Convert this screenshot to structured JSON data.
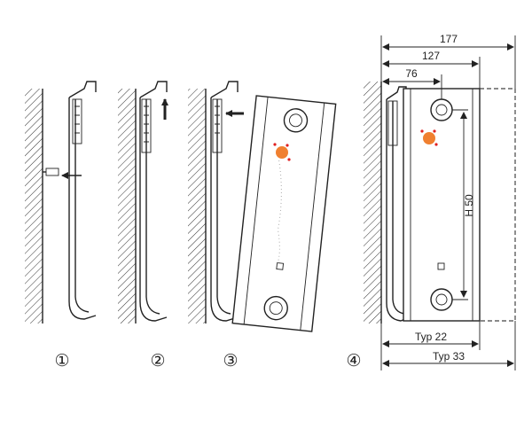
{
  "steps": [
    "①",
    "②",
    "③",
    "④"
  ],
  "dimensions": {
    "top": [
      "177",
      "127",
      "76"
    ],
    "vertical": "H 50",
    "bottom": [
      "Typ 22",
      "Typ 33"
    ]
  },
  "colors": {
    "line": "#222222",
    "mark": "#f08030",
    "mark_dots": "#e02020"
  }
}
